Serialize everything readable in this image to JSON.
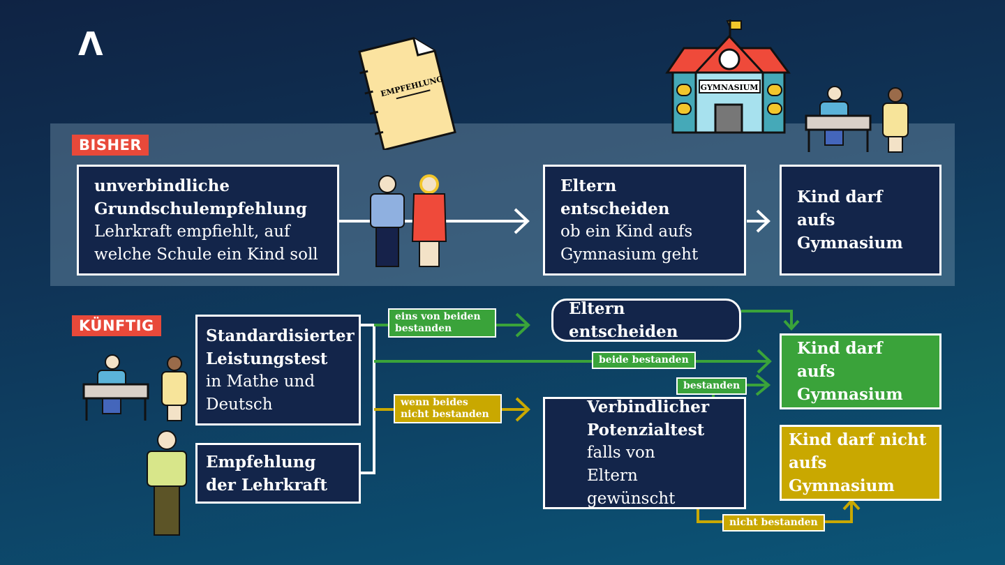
{
  "logo": "Λ",
  "doc_label": "EMPFEHLUNG",
  "school_sign": "GYMNASIUM",
  "bisher": {
    "tag": "BISHER",
    "box1_title": "unverbindliche Grundschulempfehlung",
    "box1_text": "Lehrkraft empfiehlt, auf welche Schule ein Kind soll",
    "box2_title": "Eltern entscheiden",
    "box2_text": "ob ein Kind aufs Gymnasium geht",
    "box3": "Kind darf aufs Gymnasium"
  },
  "kuenftig": {
    "tag": "KÜNFTIG",
    "test_title": "Standardisierter Leistungstest",
    "test_text": "in Mathe und Deutsch",
    "empf": "Empfehlung der Lehrkraft",
    "eltern": "Eltern entscheiden",
    "pot_title": "Verbindlicher Potenzialtest",
    "pot_text": "falls von Eltern gewünscht",
    "kind_ja": "Kind darf aufs Gymnasium",
    "kind_nein": "Kind darf nicht aufs Gymnasium",
    "labels": {
      "eins": "eins von beiden bestanden",
      "beide": "beide bestanden",
      "bestanden": "bestanden",
      "wenn": "wenn beides nicht bestanden",
      "nicht": "nicht bestanden"
    }
  },
  "colors": {
    "green": "#3aa33a",
    "yellow": "#c9a800",
    "red": "#e8493a",
    "navy": "#13254a"
  }
}
